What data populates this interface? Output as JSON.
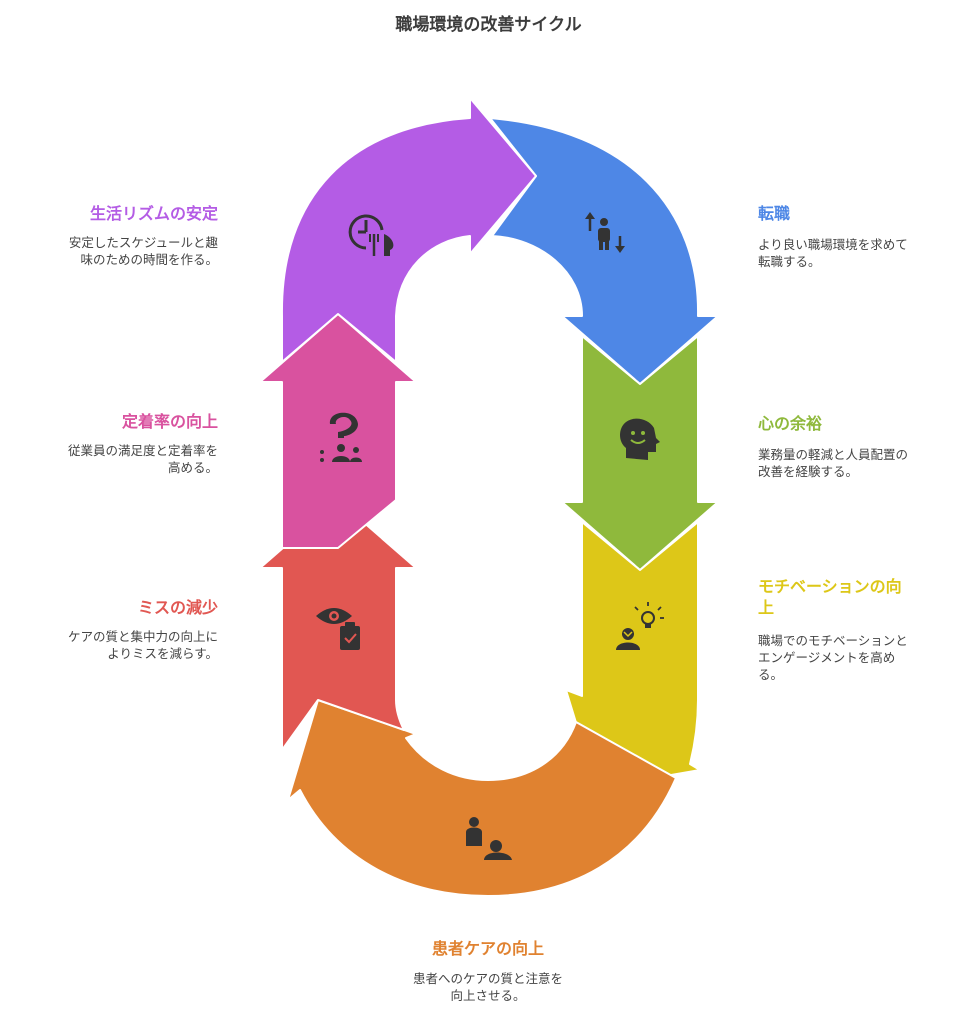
{
  "title": "職場環境の改善サイクル",
  "steps": [
    {
      "id": "career-change",
      "label": "転職",
      "description_lines": [
        "より良い職場環境を求めて",
        "転職する。"
      ],
      "color": "#4e87e6",
      "icon": "person-up-down-arrows-icon"
    },
    {
      "id": "peace-of-mind",
      "label": "心の余裕",
      "description_lines": [
        "業務量の軽減と人員配置の",
        "改善を経験する。"
      ],
      "color": "#8fb93c",
      "icon": "smiling-head-icon"
    },
    {
      "id": "motivation",
      "label_lines": [
        "モチベーションの向",
        "上"
      ],
      "description_lines": [
        "職場でのモチベーションと",
        "エンゲージメントを高め",
        "る。"
      ],
      "color": "#ddc718",
      "icon": "person-lightbulb-icon"
    },
    {
      "id": "patient-care",
      "label": "患者ケアの向上",
      "description_lines": [
        "患者へのケアの質と注意を",
        "向上させる。"
      ],
      "color": "#e08230",
      "icon": "caregiver-patient-icon"
    },
    {
      "id": "error-reduction",
      "label": "ミスの減少",
      "description_lines": [
        "ケアの質と集中力の向上に",
        "よりミスを減らす。"
      ],
      "color": "#e15752",
      "icon": "eye-clipboard-icon"
    },
    {
      "id": "retention",
      "label": "定着率の向上",
      "description_lines": [
        "従業員の満足度と定着率を",
        "高める。"
      ],
      "color": "#d9529f",
      "icon": "team-question-icon"
    },
    {
      "id": "life-rhythm",
      "label": "生活リズムの安定",
      "description_lines": [
        "安定したスケジュールと趣",
        "味のための時間を作る。"
      ],
      "color": "#b45ce5",
      "icon": "clock-utensils-icon"
    }
  ]
}
